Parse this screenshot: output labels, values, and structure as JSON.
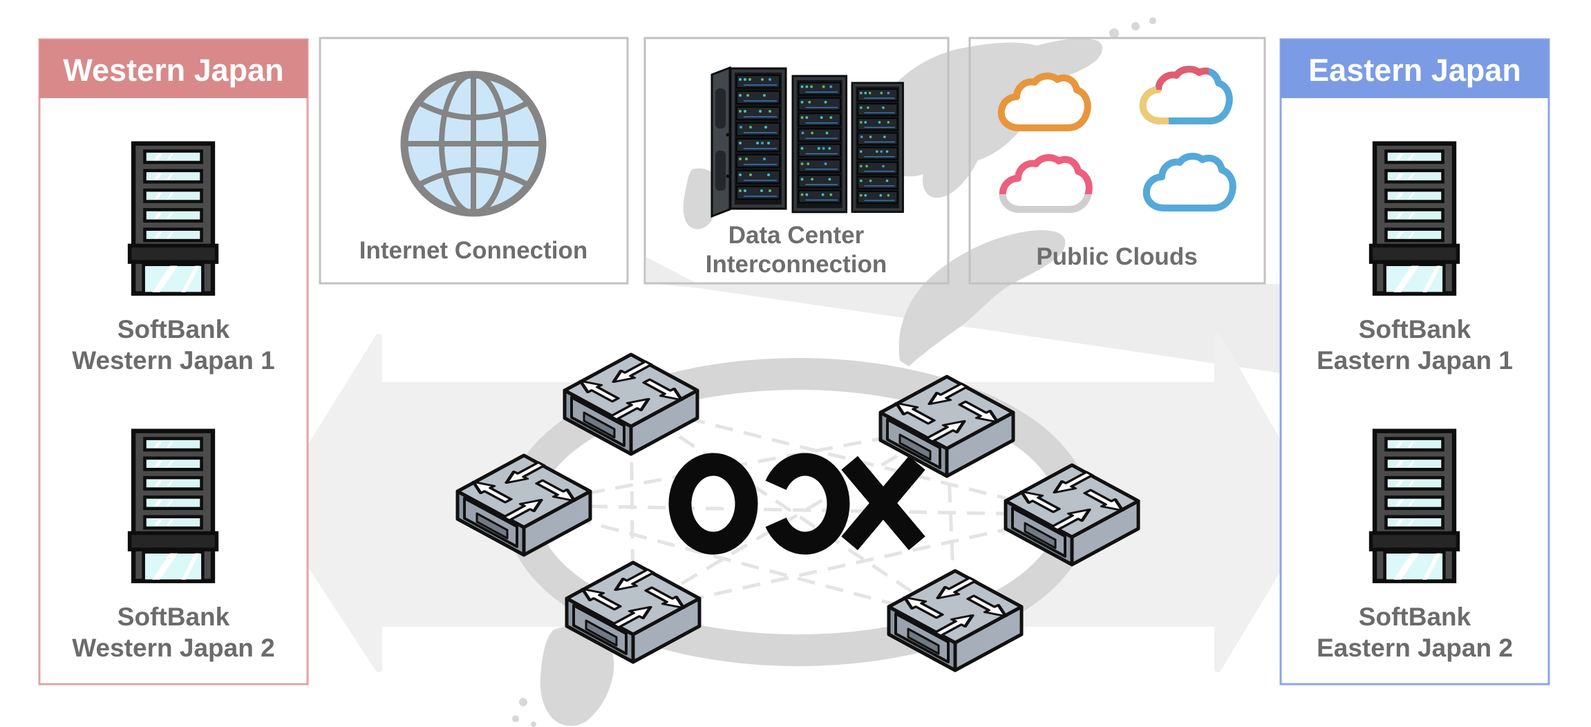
{
  "panels": {
    "western": {
      "title": "Western Japan",
      "site1_line1": "SoftBank",
      "site1_line2": "Western Japan 1",
      "site2_line1": "SoftBank",
      "site2_line2": "Western Japan 2"
    },
    "eastern": {
      "title": "Eastern Japan",
      "site1_line1": "SoftBank",
      "site1_line2": "Eastern Japan 1",
      "site2_line1": "SoftBank",
      "site2_line2": "Eastern Japan 2"
    }
  },
  "services": {
    "internet": {
      "label": "Internet Connection"
    },
    "datacenter": {
      "label_line1": "Data Center",
      "label_line2": "Interconnection"
    },
    "clouds": {
      "label": "Public Clouds"
    }
  },
  "core": {
    "logo": "OCx",
    "switch_count": 6
  },
  "colors": {
    "western_header": "#d98989",
    "western_border": "#e2a3a3",
    "eastern_header": "#7b9ce4",
    "eastern_border": "#8aa6e8",
    "box_border": "#c2c2c2",
    "label_text": "#6b6b6b",
    "ring_gray": "#d6d6d6",
    "arrow_gray": "#f0f0f0",
    "map_gray": "#d7d7d7",
    "logo_black": "#0b0b0b",
    "globe_fill": "#cbe6f8",
    "cloud_orange": "#e8963c",
    "cloud_red": "#e25c6f",
    "cloud_yellow": "#ecca77",
    "cloud_blue": "#55a9d9",
    "cloud_gray": "#cfcfcf",
    "window_cyan": "#d9f6f5"
  }
}
